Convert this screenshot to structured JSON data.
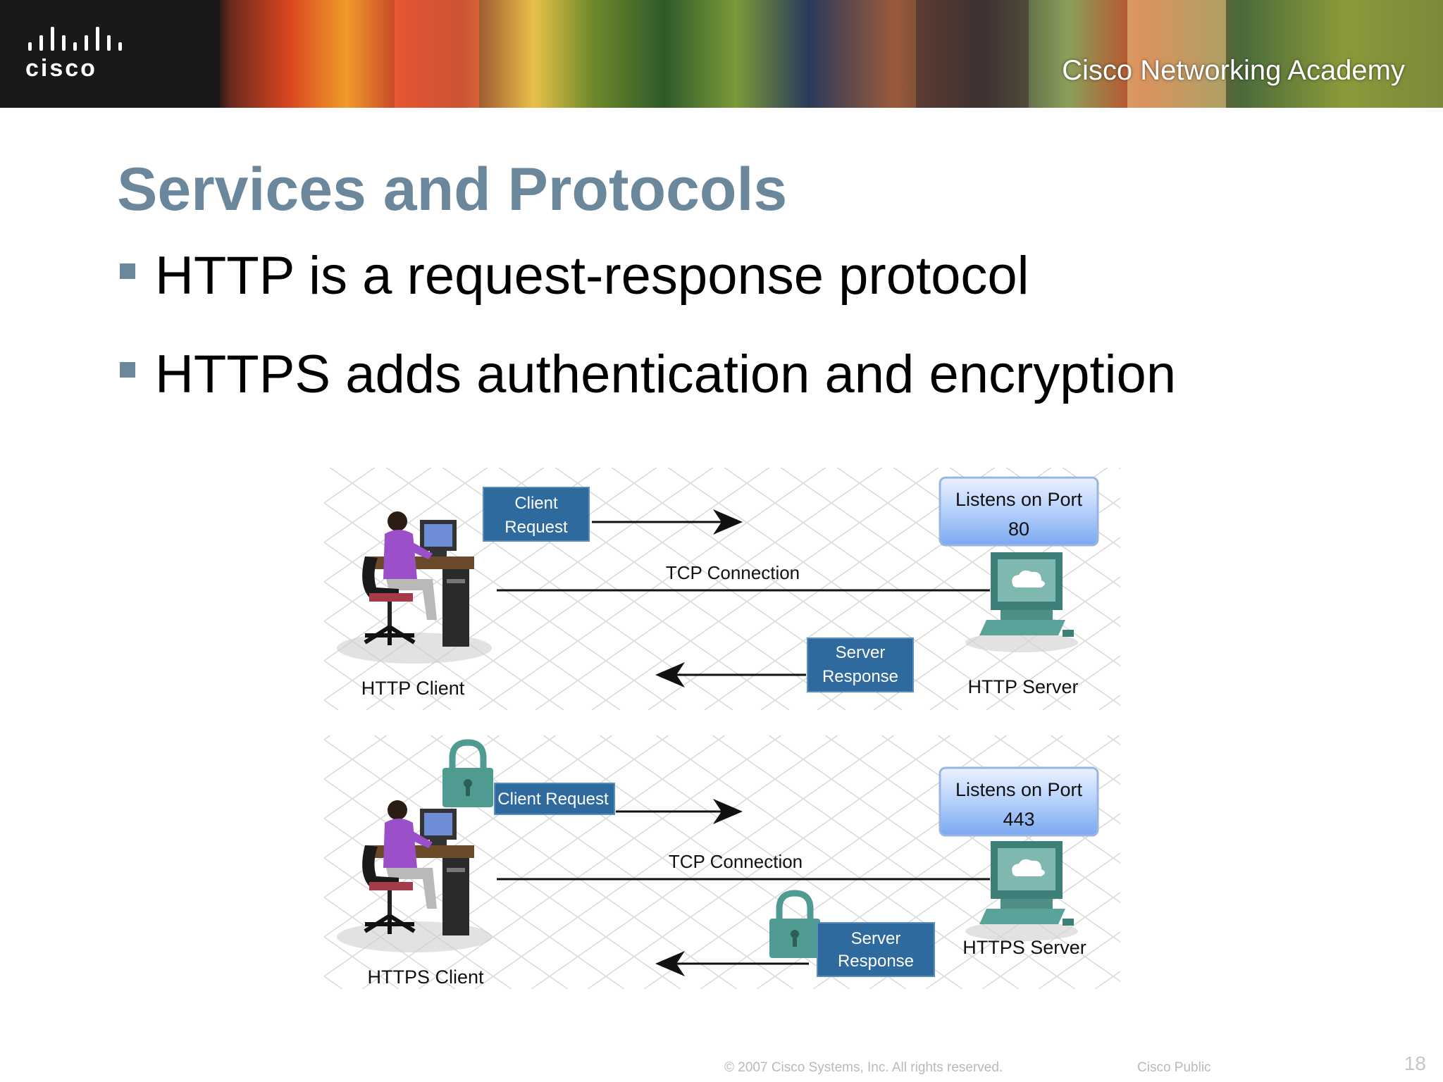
{
  "banner": {
    "logo_text": "cisco",
    "academy_text": "Cisco Networking Academy"
  },
  "slide": {
    "title": "Services and Protocols",
    "bullets": [
      "HTTP is a request-response protocol",
      "HTTPS adds authentication and encryption"
    ]
  },
  "http_diagram": {
    "client_request": [
      "Client",
      "Request"
    ],
    "tcp_connection": "TCP Connection",
    "server_response": [
      "Server",
      "Response"
    ],
    "client_label": "HTTP Client",
    "server_label": "HTTP Server",
    "port_line1": "Listens on Port",
    "port_line2": "80"
  },
  "https_diagram": {
    "client_request": "Client Request",
    "tcp_connection": "TCP Connection",
    "server_response": [
      "Server",
      "Response"
    ],
    "client_label": "HTTPS Client",
    "server_label": "HTTPS Server",
    "port_line1": "Listens on Port",
    "port_line2": "443"
  },
  "footer": {
    "copyright": "© 2007 Cisco Systems, Inc. All rights reserved.",
    "classification": "Cisco Public",
    "page_number": "18"
  },
  "colors": {
    "title": "#6b879c",
    "label_box": "#2f6a9e",
    "port_box": "#7aa8f0",
    "lock": "#4f9b92"
  }
}
